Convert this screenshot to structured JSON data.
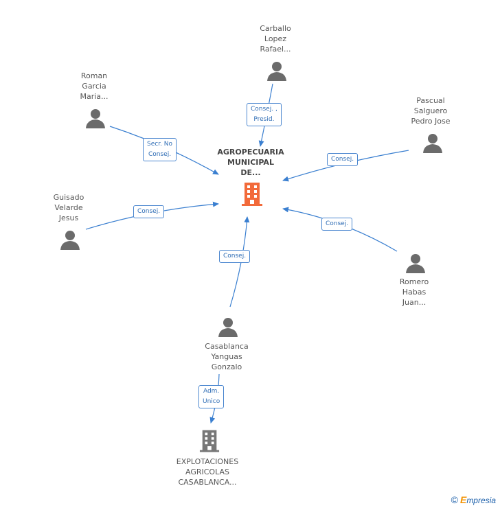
{
  "center": {
    "name_lines": [
      "AGROPECUARIA",
      "MUNICIPAL",
      "DE..."
    ],
    "color": "#f26a3a"
  },
  "people": [
    {
      "id": "carballo",
      "name_lines": [
        "Carballo",
        "Lopez",
        "Rafael..."
      ]
    },
    {
      "id": "roman",
      "name_lines": [
        "Roman",
        "Garcia",
        "Maria..."
      ]
    },
    {
      "id": "pascual",
      "name_lines": [
        "Pascual",
        "Salguero",
        "Pedro Jose"
      ]
    },
    {
      "id": "guisado",
      "name_lines": [
        "Guisado",
        "Velarde",
        "Jesus"
      ]
    },
    {
      "id": "romero",
      "name_lines": [
        "Romero",
        "Habas",
        "Juan..."
      ]
    },
    {
      "id": "casablanca",
      "name_lines": [
        "Casablanca",
        "Yanguas",
        "Gonzalo"
      ]
    }
  ],
  "company2": {
    "name_lines": [
      "EXPLOTACIONES",
      "AGRICOLAS",
      "CASABLANCA..."
    ],
    "color": "#777777"
  },
  "roles": {
    "carballo": [
      "Consej. ,",
      "Presid."
    ],
    "roman": [
      "Secr.  No",
      "Consej."
    ],
    "pascual": [
      "Consej."
    ],
    "guisado": [
      "Consej."
    ],
    "romero": [
      "Consej."
    ],
    "casablanca": [
      "Consej."
    ],
    "adm": [
      "Adm.",
      "Unico"
    ]
  },
  "colors": {
    "person_icon": "#6b6b6b",
    "edge": "#3a7fd0",
    "role_border": "#4a86cf"
  },
  "footer": {
    "copyright": "©",
    "brand_first": "E",
    "brand_rest": "mpresia"
  }
}
